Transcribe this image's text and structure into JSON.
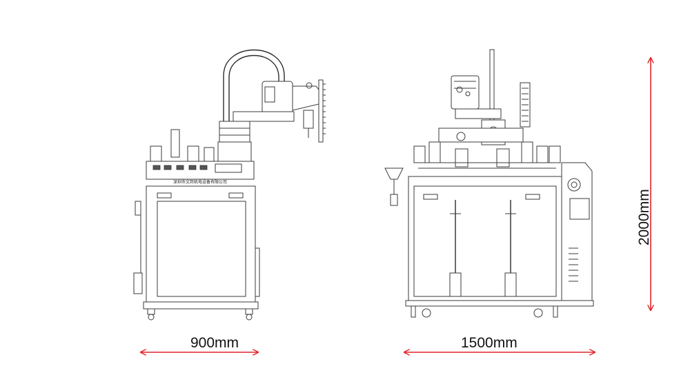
{
  "colors": {
    "dimension_arrow": "#e0242a",
    "line_drawing": "#3a3a3a",
    "background": "#ffffff"
  },
  "dimensions": {
    "depth_label": "900mm",
    "width_label": "1500mm",
    "height_label": "2000mm"
  },
  "side_view": {
    "nameplate_text": "深圳市文邦机电设备有限公司"
  }
}
